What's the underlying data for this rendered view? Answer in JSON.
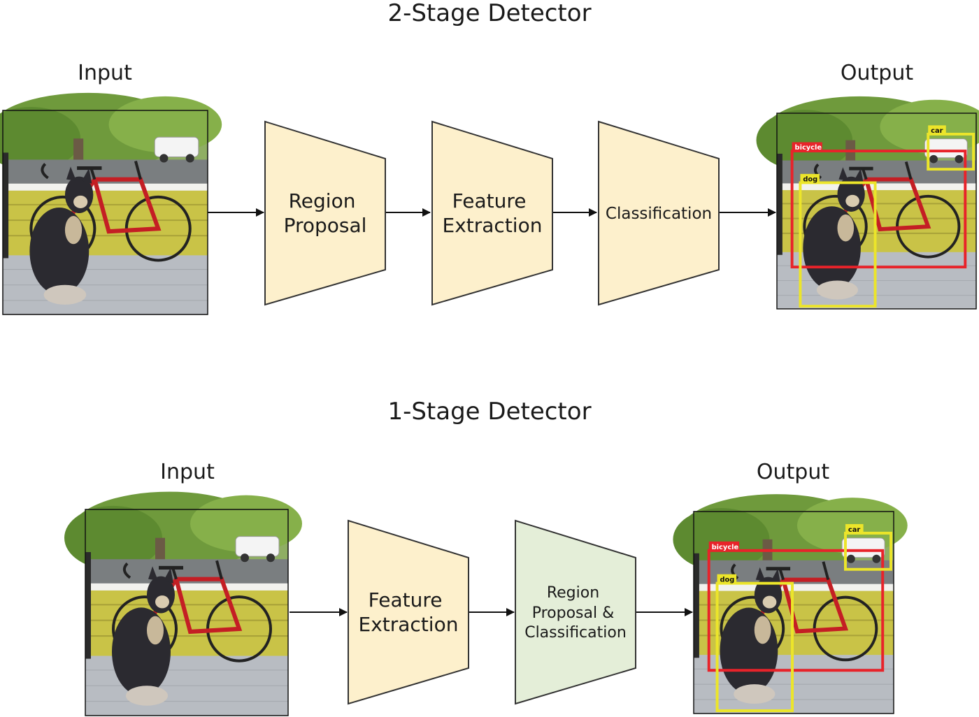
{
  "two_stage": {
    "title": "2-Stage Detector",
    "input_label": "Input",
    "output_label": "Output",
    "stage1": [
      "Region",
      "Proposal"
    ],
    "stage2": [
      "Feature",
      "Extraction"
    ],
    "stage3": [
      "Classification"
    ]
  },
  "one_stage": {
    "title": "1-Stage Detector",
    "input_label": "Input",
    "output_label": "Output",
    "stage1": [
      "Feature",
      "Extraction"
    ],
    "stage2": [
      "Region",
      "Proposal &",
      "Classification"
    ]
  },
  "detections": {
    "bicycle": "bicycle",
    "dog": "dog",
    "car": "car"
  },
  "colors": {
    "stage_fill": "#fdf0cc",
    "stage_fill_combined": "#e4eed8",
    "stage_stroke": "#333333",
    "bicycle_box": "#e8232a",
    "dog_box": "#ece52a",
    "car_box": "#ece52a"
  }
}
